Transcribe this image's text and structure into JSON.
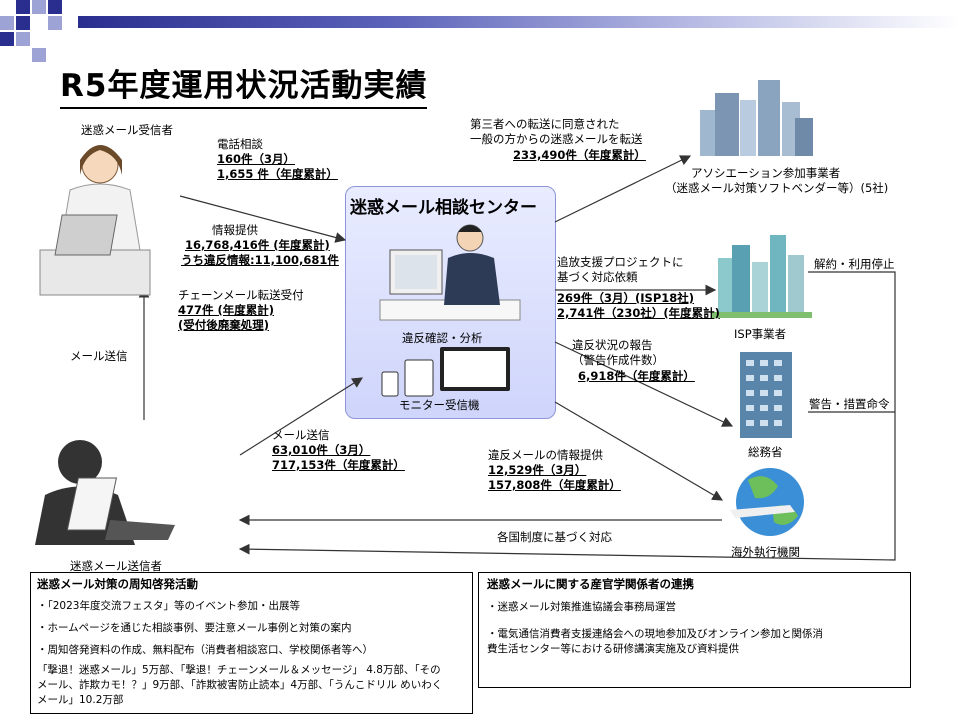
{
  "title": "R5年度運用状況活動実績",
  "center": {
    "title": "迷惑メール相談センター",
    "check_label": "違反確認・分析",
    "monitor_label": "モニター受信機"
  },
  "actors": {
    "receiver": "迷惑メール受信者",
    "sender": "迷惑メール送信者",
    "association": "アソシエーション参加事業者",
    "association_sub": "（迷惑メール対策ソフトベンダー等）(5社)",
    "isp": "ISP事業者",
    "mic": "総務省",
    "overseas": "海外執行機関"
  },
  "flows": {
    "phone_label": "電話相談",
    "phone_month": "160件（3月）",
    "phone_total": "1,655 件（年度累計）",
    "info_label": "情報提供",
    "info_total": "16,768,416件 (年度累計)",
    "info_violation": "うち違反情報:11,100,681件",
    "chain_label": "チェーンメール転送受付",
    "chain_total": "477件 (年度累計)",
    "chain_note": "(受付後廃棄処理)",
    "mail_send_left": "メール送信",
    "mail_send_label": "メール送信",
    "mail_send_month": "63,010件（3月）",
    "mail_send_total": "717,153件（年度累計）",
    "forward_line1": "第三者への転送に同意された",
    "forward_line2": "一般の方からの迷惑メールを転送",
    "forward_total": "233,490件（年度累計）",
    "pursuit_line1": "追放支援プロジェクトに",
    "pursuit_line2": "基づく対応依頼",
    "pursuit_month": "269件（3月）(ISP18社)",
    "pursuit_total": "2,741件（230社）(年度累計)",
    "report_line1": "違反状況の報告",
    "report_line2": "（警告作成件数）",
    "report_total": "6,918件（年度累計）",
    "provide_label": "違反メールの情報提供",
    "provide_month": "12,529件（3月）",
    "provide_total": "157,808件（年度累計）",
    "cancel_label": "解約・利用停止",
    "warning_label": "警告・措置命令",
    "intl_label": "各国制度に基づく対応"
  },
  "box_left": {
    "heading": "迷惑メール対策の周知啓発活動",
    "items": [
      "・「2023年度交流フェスタ」等のイベント参加・出展等",
      "・ホームページを通じた相談事例、要注意メール事例と対策の案内",
      "・周知啓発資料の作成、無料配布（消費者相談窓口、学校関係者等へ）"
    ],
    "pub_lines": [
      "「撃退！迷惑メール」5万部、「撃退！チェーンメール＆メッセージ」 4.8万部、「その",
      "メール、詐欺カモ！？」9万部、「詐欺被害防止読本」4万部、「うんこドリル めいわく",
      "メール」10.2万部"
    ]
  },
  "box_right": {
    "heading": "迷惑メールに関する産官学関係者の連携",
    "items": [
      "・迷惑メール対策推進協議会事務局運営",
      "・電気通信消費者支援連絡会への現地参加及びオンライン参加と関係消",
      "費生活センター等における研修講演実施及び資料提供"
    ]
  },
  "colors": {
    "accent": "#2a2f8f",
    "center_fill": "#d6dbfc"
  }
}
